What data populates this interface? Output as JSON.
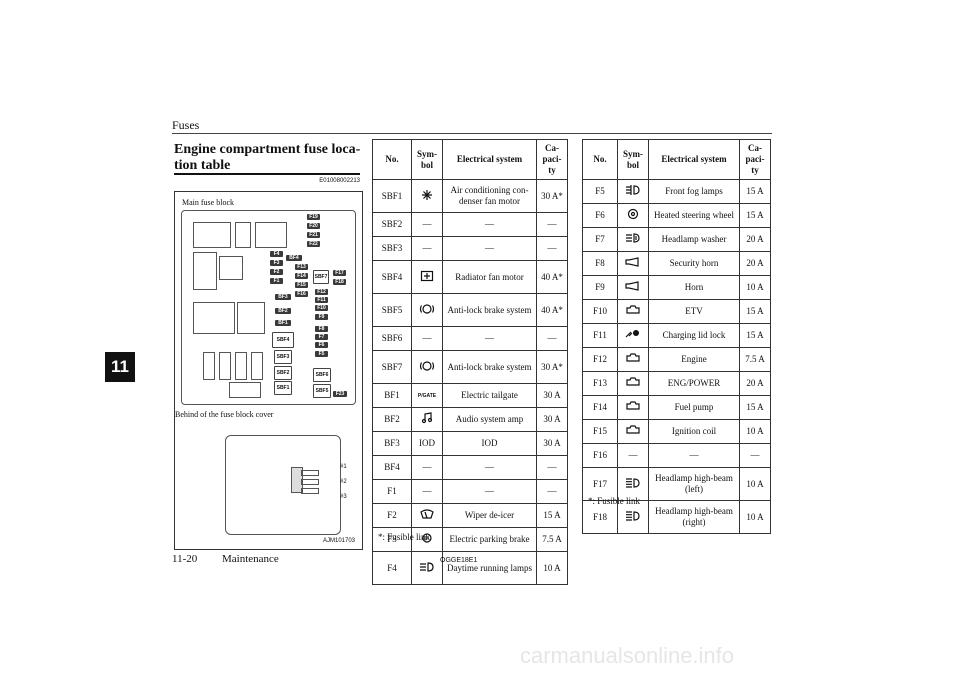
{
  "header": {
    "title": "Fuses",
    "chapter_tab": "11"
  },
  "section": {
    "title": "Engine compartment fuse loca-tion table",
    "title_line1": "Engine compartment fuse loca-",
    "title_line2": "tion table",
    "code": "E01008002213"
  },
  "figure": {
    "main_caption": "Main fuse block",
    "behind_caption": "Behind of the fuse block cover",
    "ref_code": "AJM101703",
    "relay_refs": [
      "#1",
      "#2",
      "#3"
    ],
    "fuse_labels": [
      "F19",
      "F20",
      "F21",
      "F22",
      "F4",
      "F3",
      "F2",
      "F1",
      "BF4",
      "F13",
      "F14",
      "F15",
      "F16",
      "SBF7",
      "F17",
      "F18",
      "F12",
      "F11",
      "F10",
      "F9",
      "BF3",
      "BF2",
      "BF1",
      "SBF4",
      "F8",
      "F7",
      "F6",
      "F5",
      "SBF3",
      "SBF2",
      "SBF1",
      "SBF6",
      "SBF5",
      "F23"
    ]
  },
  "table_headers": {
    "no": "No.",
    "sym": "Sym-bol",
    "system": "Electrical system",
    "cap": "Ca-paci-ty"
  },
  "table1": [
    {
      "no": "SBF1",
      "sym": "fan-icon",
      "system": "Air conditioning con-denser fan motor",
      "cap": "30 A*"
    },
    {
      "no": "SBF2",
      "sym": "",
      "system": "—",
      "cap": "—",
      "symtext": "—"
    },
    {
      "no": "SBF3",
      "sym": "",
      "system": "—",
      "cap": "—",
      "symtext": "—"
    },
    {
      "no": "SBF4",
      "sym": "radiator-fan-icon",
      "system": "Radiator fan motor",
      "cap": "40 A*"
    },
    {
      "no": "SBF5",
      "sym": "abs-icon",
      "system": "Anti-lock brake system",
      "cap": "40 A*"
    },
    {
      "no": "SBF6",
      "sym": "",
      "system": "—",
      "cap": "—",
      "symtext": "—"
    },
    {
      "no": "SBF7",
      "sym": "abs-icon",
      "system": "Anti-lock brake system",
      "cap": "30 A*"
    },
    {
      "no": "BF1",
      "sym": "tailgate-icon",
      "system": "Electric tailgate",
      "cap": "30 A",
      "symtext": "P/GATE"
    },
    {
      "no": "BF2",
      "sym": "audio-icon",
      "system": "Audio system amp",
      "cap": "30 A"
    },
    {
      "no": "BF3",
      "sym": "",
      "system": "IOD",
      "cap": "30 A",
      "symtext": "IOD"
    },
    {
      "no": "BF4",
      "sym": "",
      "system": "—",
      "cap": "—",
      "symtext": "—"
    },
    {
      "no": "F1",
      "sym": "",
      "system": "—",
      "cap": "—",
      "symtext": "—"
    },
    {
      "no": "F2",
      "sym": "wiper-icon",
      "system": "Wiper de-icer",
      "cap": "15 A"
    },
    {
      "no": "F3",
      "sym": "parking-brake-icon",
      "system": "Electric parking brake",
      "cap": "7.5 A"
    },
    {
      "no": "F4",
      "sym": "daytime-lamp-icon",
      "system": "Daytime running lamps",
      "cap": "10 A"
    }
  ],
  "table2": [
    {
      "no": "F5",
      "sym": "fog-lamp-icon",
      "system": "Front fog lamps",
      "cap": "15 A"
    },
    {
      "no": "F6",
      "sym": "steering-heat-icon",
      "system": "Heated steering wheel",
      "cap": "15 A"
    },
    {
      "no": "F7",
      "sym": "headlamp-washer-icon",
      "system": "Headlamp washer",
      "cap": "20 A"
    },
    {
      "no": "F8",
      "sym": "horn-icon",
      "system": "Security horn",
      "cap": "20 A"
    },
    {
      "no": "F9",
      "sym": "horn-icon",
      "system": "Horn",
      "cap": "10 A"
    },
    {
      "no": "F10",
      "sym": "engine-icon",
      "system": "ETV",
      "cap": "15 A"
    },
    {
      "no": "F11",
      "sym": "charging-lid-icon",
      "system": "Charging lid lock",
      "cap": "15 A"
    },
    {
      "no": "F12",
      "sym": "engine-icon",
      "system": "Engine",
      "cap": "7.5 A"
    },
    {
      "no": "F13",
      "sym": "engine-icon",
      "system": "ENG/POWER",
      "cap": "20 A"
    },
    {
      "no": "F14",
      "sym": "engine-icon",
      "system": "Fuel pump",
      "cap": "15 A"
    },
    {
      "no": "F15",
      "sym": "engine-icon",
      "system": "Ignition coil",
      "cap": "10 A"
    },
    {
      "no": "F16",
      "sym": "",
      "system": "—",
      "cap": "—",
      "symtext": "—"
    },
    {
      "no": "F17",
      "sym": "high-beam-icon",
      "system": "Headlamp high-beam (left)",
      "cap": "10 A"
    },
    {
      "no": "F18",
      "sym": "high-beam-icon",
      "system": "Headlamp high-beam (right)",
      "cap": "10 A"
    }
  ],
  "notes": {
    "fusible": "*: Fusible link"
  },
  "footer": {
    "page": "11-20",
    "section": "Maintenance",
    "code": "OGGE18E1"
  },
  "watermark": "carmanualsonline.info"
}
